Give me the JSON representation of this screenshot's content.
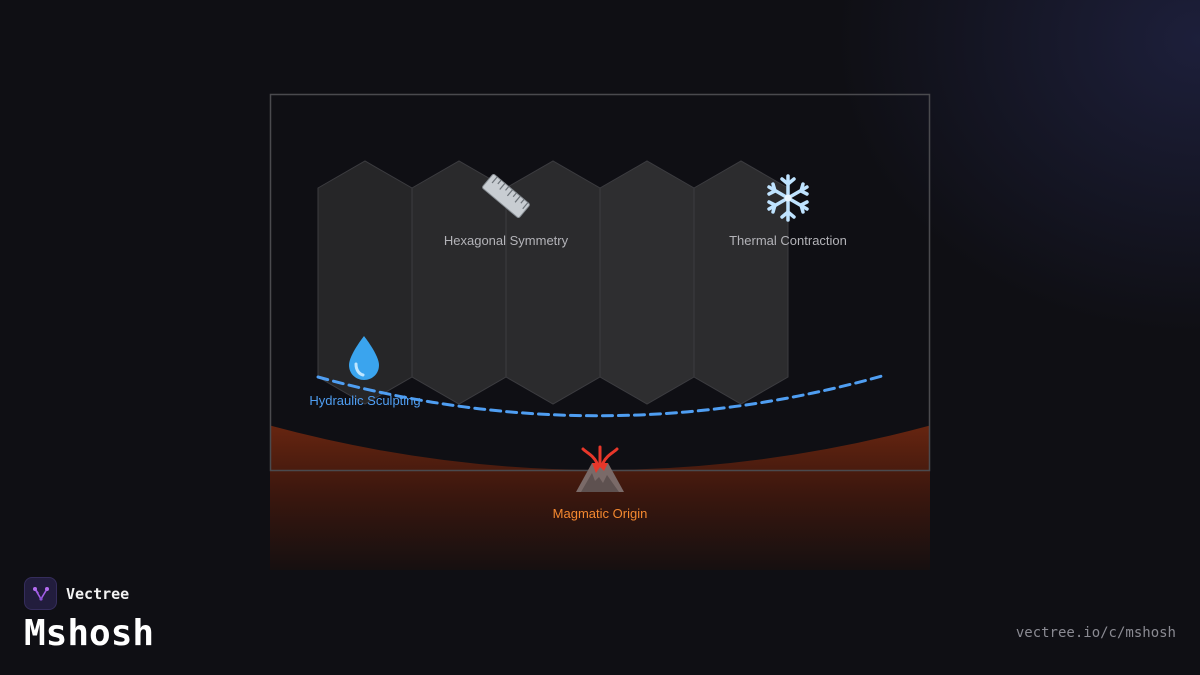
{
  "diagram": {
    "labels": {
      "hexagonal": "Hexagonal Symmetry",
      "thermal": "Thermal Contraction",
      "hydraulic": "Hydraulic Sculpting",
      "magmatic": "Magmatic Origin"
    },
    "icons": {
      "hexagonal": "ruler-icon",
      "thermal": "snowflake-icon",
      "hydraulic": "water-drop-icon",
      "magmatic": "volcano-icon"
    },
    "colors": {
      "hydraulic": "#4f9ef2",
      "magmatic": "#f4882f",
      "magma_fill": "#5a2210",
      "column_fill": "#2c2c2f"
    }
  },
  "footer": {
    "brand": "Vectree",
    "title": "Mshosh",
    "url": "vectree.io/c/mshosh",
    "logo_icon": "vectree-logo-icon"
  }
}
